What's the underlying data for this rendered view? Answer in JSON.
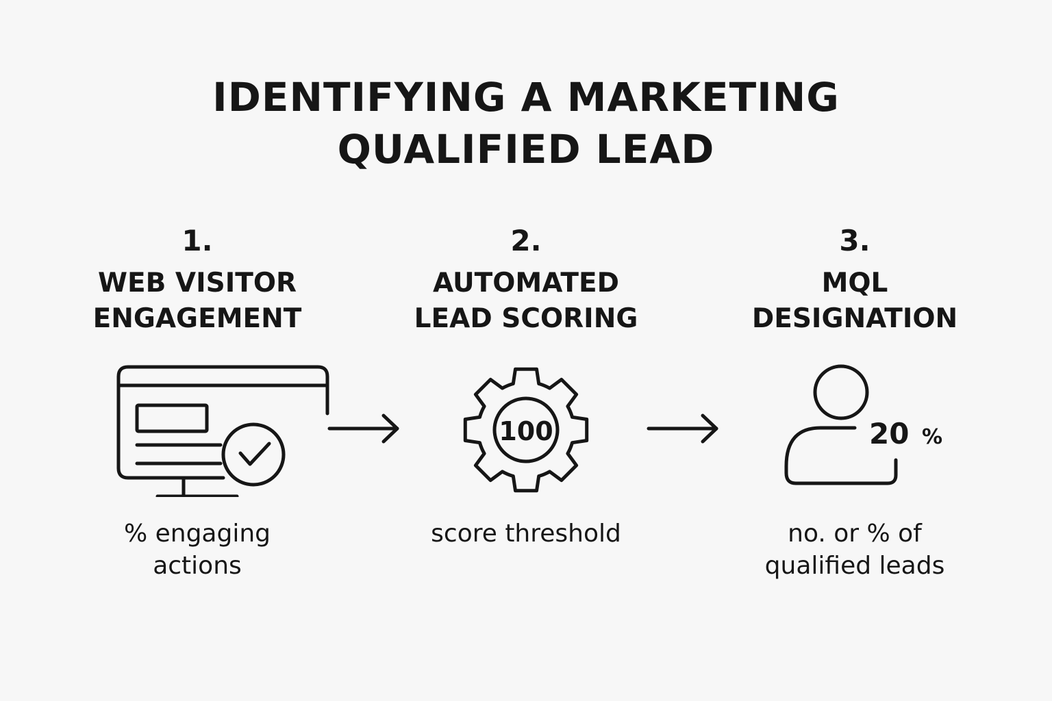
{
  "title": {
    "line1": "IDENTIFYING A MARKETING",
    "line2": "QUALIFIED LEAD"
  },
  "steps": [
    {
      "number": "1.",
      "title_line1": "WEB VISITOR",
      "title_line2": "ENGAGEMENT",
      "icon": "monitor-check-icon",
      "desc_line1": "% engaging",
      "desc_line2": "actions"
    },
    {
      "number": "2.",
      "title_line1": "AUTOMATED",
      "title_line2": "LEAD SCORING",
      "icon": "gear-score-icon",
      "icon_text": "100",
      "desc_line1": "score threshold"
    },
    {
      "number": "3.",
      "title_line1": "MQL",
      "title_line2": "DESIGNATION",
      "icon": "person-percent-icon",
      "icon_text": "20",
      "icon_text_unit": "%",
      "desc_line1": "no. or % of",
      "desc_line2": "qualified leads"
    }
  ],
  "arrows": [
    "right-arrow-icon",
    "right-arrow-icon"
  ],
  "colors": {
    "background": "#f7f7f7",
    "ink": "#161616"
  }
}
